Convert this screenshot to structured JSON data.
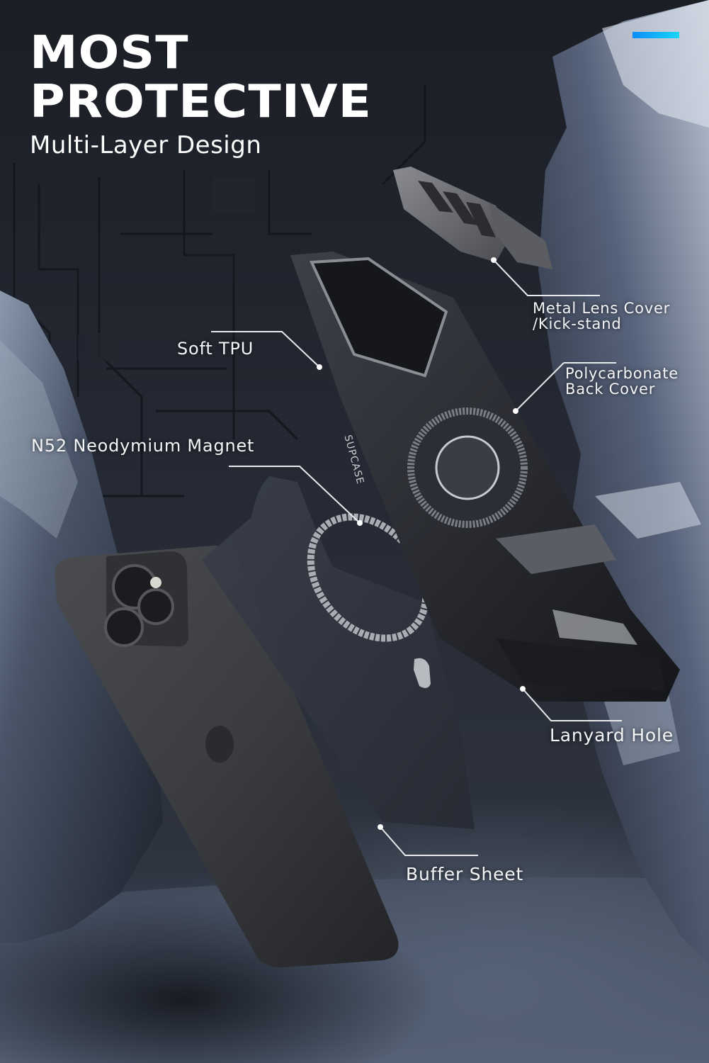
{
  "header": {
    "title_line_1": "MOST",
    "title_line_2": "PROTECTIVE",
    "subtitle": "Multi-Layer Design",
    "accent_color": "#0a8cff"
  },
  "callouts": {
    "metal_lens_cover": {
      "line_1": "Metal Lens Cover",
      "line_2": "/Kick-stand"
    },
    "soft_tpu": {
      "label": "Soft TPU"
    },
    "polycarbonate": {
      "line_1": "Polycarbonate",
      "line_2": "Back Cover"
    },
    "magnet": {
      "label": "N52 Neodymium Magnet"
    },
    "lanyard_hole": {
      "label": "Lanyard Hole"
    },
    "buffer_sheet": {
      "label": "Buffer Sheet"
    }
  },
  "product": {
    "brand_mark": "SUPCASE"
  },
  "colors": {
    "background_dark": "#1b1e25",
    "floor": "#5d697d",
    "rock": "#3b4557",
    "text": "#ffffff",
    "leader_line": "#e8eaee"
  }
}
